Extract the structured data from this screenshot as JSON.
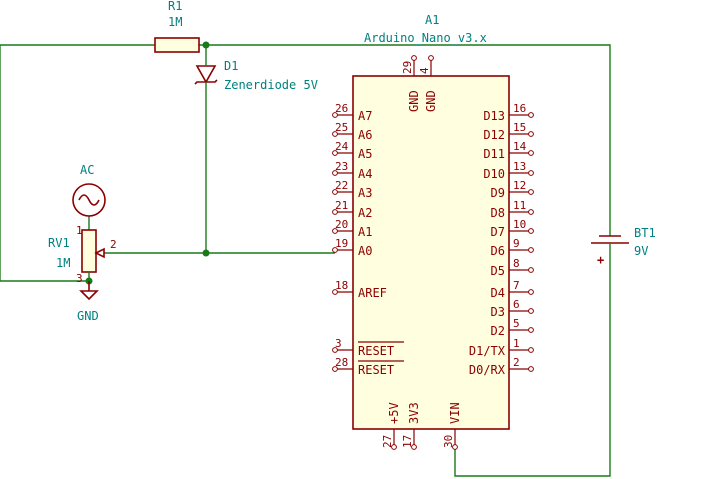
{
  "components": {
    "r1": {
      "ref": "R1",
      "value": "1M"
    },
    "d1": {
      "ref": "D1",
      "value": "Zenerdiode 5V"
    },
    "a1": {
      "ref": "A1",
      "value": "Arduino_Nano_v3.x"
    },
    "ac": {
      "value": "AC"
    },
    "rv1": {
      "ref": "RV1",
      "value": "1M",
      "pin1": "1",
      "pin2": "2",
      "pin3": "3"
    },
    "gnd": {
      "value": "GND"
    },
    "bt1": {
      "ref": "BT1",
      "value": "9V",
      "plus": "+"
    }
  },
  "arduino": {
    "top_pins": [
      {
        "num": "29",
        "name": "GND"
      },
      {
        "num": "4",
        "name": "GND"
      }
    ],
    "left_pins": [
      {
        "num": "26",
        "name": "A7"
      },
      {
        "num": "25",
        "name": "A6"
      },
      {
        "num": "24",
        "name": "A5"
      },
      {
        "num": "23",
        "name": "A4"
      },
      {
        "num": "22",
        "name": "A3"
      },
      {
        "num": "21",
        "name": "A2"
      },
      {
        "num": "20",
        "name": "A1"
      },
      {
        "num": "19",
        "name": "A0"
      },
      {
        "num": "18",
        "name": "AREF"
      },
      {
        "num": "3",
        "name": "RESET"
      },
      {
        "num": "28",
        "name": "RESET"
      }
    ],
    "right_pins": [
      {
        "num": "16",
        "name": "D13"
      },
      {
        "num": "15",
        "name": "D12"
      },
      {
        "num": "14",
        "name": "D11"
      },
      {
        "num": "13",
        "name": "D10"
      },
      {
        "num": "12",
        "name": "D9"
      },
      {
        "num": "11",
        "name": "D8"
      },
      {
        "num": "10",
        "name": "D7"
      },
      {
        "num": "9",
        "name": "D6"
      },
      {
        "num": "8",
        "name": "D5"
      },
      {
        "num": "7",
        "name": "D4"
      },
      {
        "num": "6",
        "name": "D3"
      },
      {
        "num": "5",
        "name": "D2"
      },
      {
        "num": "1",
        "name": "D1/TX"
      },
      {
        "num": "2",
        "name": "D0/RX"
      }
    ],
    "bottom_pins": [
      {
        "num": "27",
        "name": "+5V"
      },
      {
        "num": "17",
        "name": "3V3"
      },
      {
        "num": "30",
        "name": "VIN"
      }
    ]
  }
}
